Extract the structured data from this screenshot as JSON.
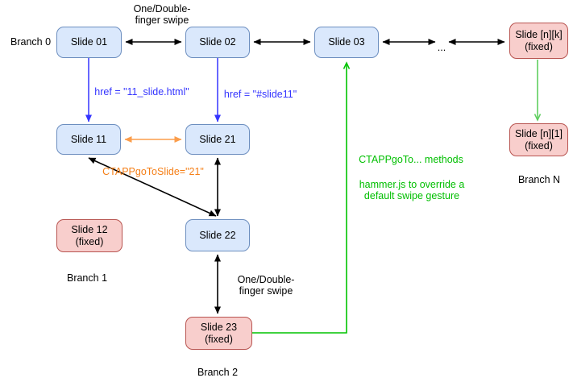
{
  "diagram": {
    "title_hint": "slide navigation branches diagram",
    "nodes": {
      "slide01": {
        "label": "Slide 01",
        "sublabel": ""
      },
      "slide02": {
        "label": "Slide 02",
        "sublabel": ""
      },
      "slide03": {
        "label": "Slide 03",
        "sublabel": ""
      },
      "slide_nk": {
        "label": "Slide [n][k]",
        "sublabel": "(fixed)"
      },
      "slide11": {
        "label": "Slide 11",
        "sublabel": ""
      },
      "slide21": {
        "label": "Slide 21",
        "sublabel": ""
      },
      "slide_n1": {
        "label": "Slide [n][1]",
        "sublabel": "(fixed)"
      },
      "slide12": {
        "label": "Slide 12",
        "sublabel": "(fixed)"
      },
      "slide22": {
        "label": "Slide 22",
        "sublabel": ""
      },
      "slide23": {
        "label": "Slide 23",
        "sublabel": "(fixed)"
      }
    },
    "branch_labels": {
      "branch0": "Branch 0",
      "branch1": "Branch 1",
      "branch2": "Branch 2",
      "branchN": "Branch N"
    },
    "edge_labels": {
      "swipe_top_line1": "One/Double-",
      "swipe_top_line2": "finger swipe",
      "swipe_bottom_line1": "One/Double-",
      "swipe_bottom_line2": "finger swipe",
      "href_slide11_file": "href = \"11_slide.html\"",
      "href_slide11_anchor": "href = \"#slide11\"",
      "goto_slide": "CTAPPgoToSlide=\"21\"",
      "goto_methods": "CTAPPgoTo... methods",
      "hammer_line1": "hammer.js to override a",
      "hammer_line2": "default swipe gesture",
      "ellipsis": "..."
    },
    "colors": {
      "node_blue_fill": "#dae8fc",
      "node_blue_border": "#6c8ebf",
      "node_pink_fill": "#f8cecc",
      "node_pink_border": "#b85450",
      "arrow_black": "#000000",
      "arrow_blue": "#3434ff",
      "arrow_orange": "#fb9d4b",
      "text_orange": "#f57f17",
      "arrow_green_bright": "#00c400",
      "arrow_green_light": "#5fce5f",
      "text_green": "#00bf00"
    }
  }
}
